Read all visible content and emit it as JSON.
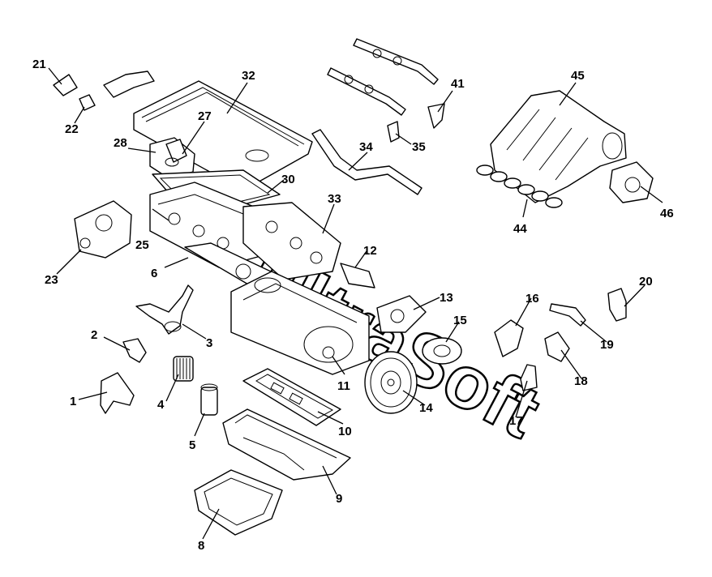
{
  "diagram": {
    "labels": {
      "p1": "1",
      "p3": "3",
      "p4": "4",
      "p5": "5",
      "p6": "6",
      "p8": "8",
      "p9": "9",
      "p10": "10",
      "p11": "11",
      "p12": "12",
      "p13": "13",
      "p14": "14",
      "p15": "15",
      "p16": "16",
      "p17": "17",
      "p18": "18",
      "p19": "19",
      "p20": "20",
      "p21": "21",
      "p22": "22",
      "p23": "23",
      "p25": "25",
      "p27": "27",
      "p28": "28",
      "p30": "30",
      "p32": "32",
      "p33": "33",
      "p34": "34",
      "p35": "35",
      "p41": "41",
      "p44": "44",
      "p45": "45",
      "p46": "46",
      "p2": "2"
    },
    "watermark": "UltraSoft"
  }
}
